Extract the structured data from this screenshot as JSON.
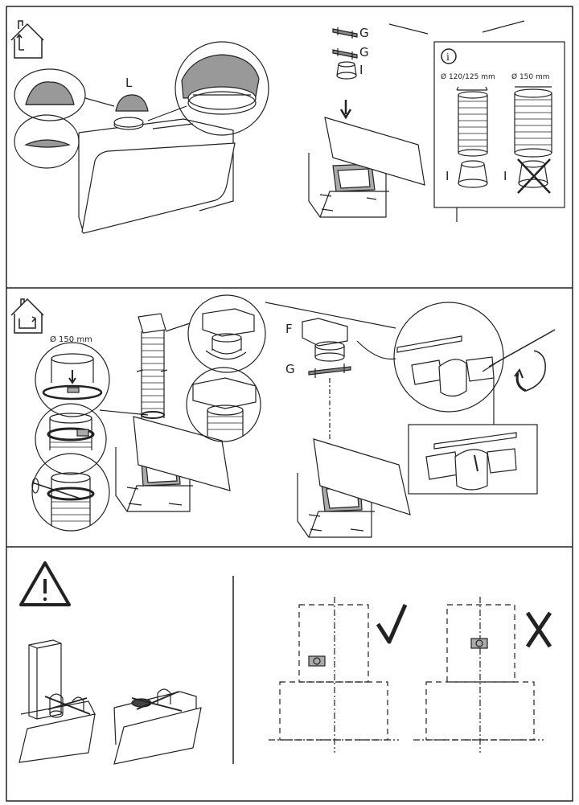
{
  "panel1": {
    "label_L": "L",
    "label_G1": "G",
    "label_G2": "G",
    "label_I_top": "I",
    "info_icon": "info-circle-icon",
    "dim_left": "Ø 120/125 mm",
    "dim_right": "Ø 150 mm",
    "label_I_ok": "I",
    "label_I_bad": "I"
  },
  "panel2": {
    "dim": "Ø 150 mm",
    "label_F": "F",
    "label_G": "G"
  },
  "panel3": {
    "warning_icon": "warning-triangle-icon",
    "check_icon": "checkmark-icon",
    "cross_icon": "cross-icon"
  }
}
